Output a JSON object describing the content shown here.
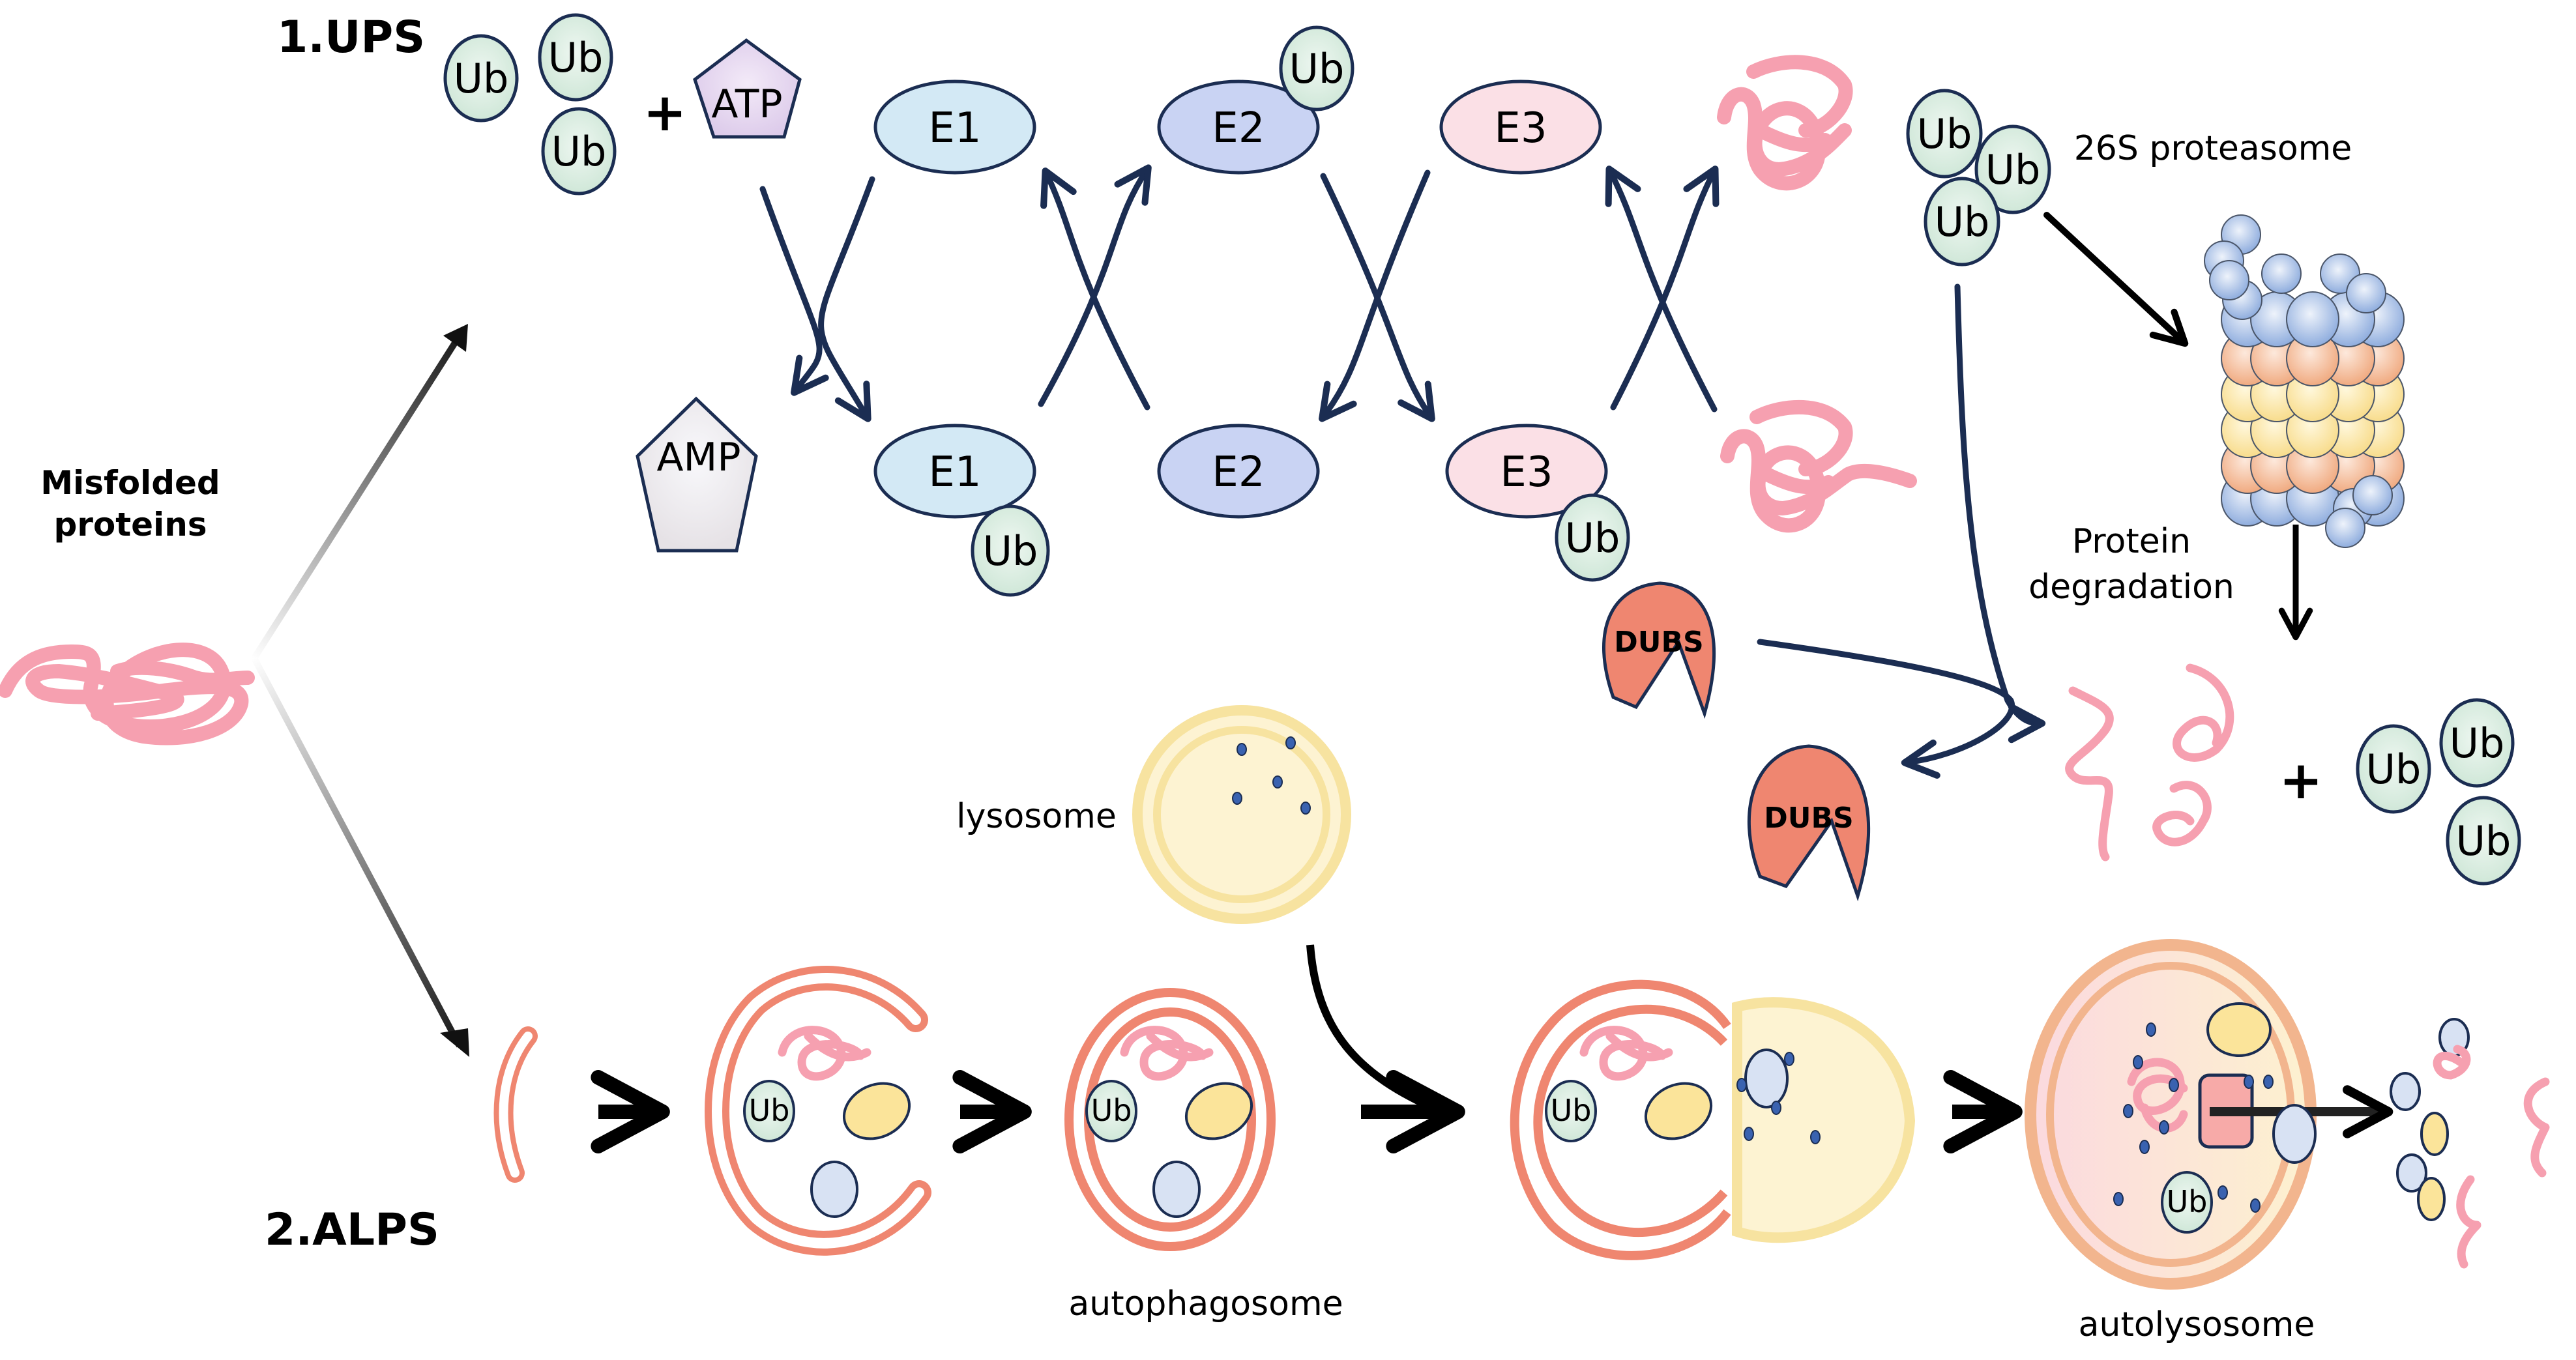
{
  "figure": {
    "title": "Misfolded protein degradation pathways: UPS and ALPS",
    "colors": {
      "ub_fill": "#d6ecdf",
      "e1_fill": "#d3e9f5",
      "e2_fill": "#c9d3f3",
      "e3_fill": "#fbe0e6",
      "atp_fill": "#e8d8f0",
      "amp_fill": "#eeebef",
      "protein_pink": "#f6a0b0",
      "outline_navy": "#1b2d52",
      "dubs_fill": "#ef8670",
      "membrane_salmon": "#ef8670",
      "lysosome_yellow": "#f7e3a0",
      "lysosome_fill": "#fdf3d2",
      "cargo_yellow": "#fbe49a",
      "cargo_blue": "#d8e2f3",
      "enzyme_dot": "#3a62b0",
      "proteasome_blue": "#9bb6e2",
      "proteasome_orange": "#f2b58e",
      "proteasome_yellow": "#fbe29a"
    }
  },
  "source": {
    "label_line1": "Misfolded",
    "label_line2": "proteins"
  },
  "ups": {
    "section_label": "1.UPS",
    "ub_label": "Ub",
    "plus": "+",
    "atp": "ATP",
    "amp": "AMP",
    "enzymes_top": [
      "E1",
      "E2",
      "E3"
    ],
    "enzymes_bottom": [
      "E1",
      "E2",
      "E3"
    ],
    "proteasome_label": "26S proteasome",
    "degradation_line1": "Protein",
    "degradation_line2": "degradation",
    "dubs": "DUBS"
  },
  "alps": {
    "section_label": "2.ALPS",
    "lysosome_label": "lysosome",
    "autophagosome_label": "autophagosome",
    "autolysosome_label": "autolysosome",
    "ub_label": "Ub"
  }
}
